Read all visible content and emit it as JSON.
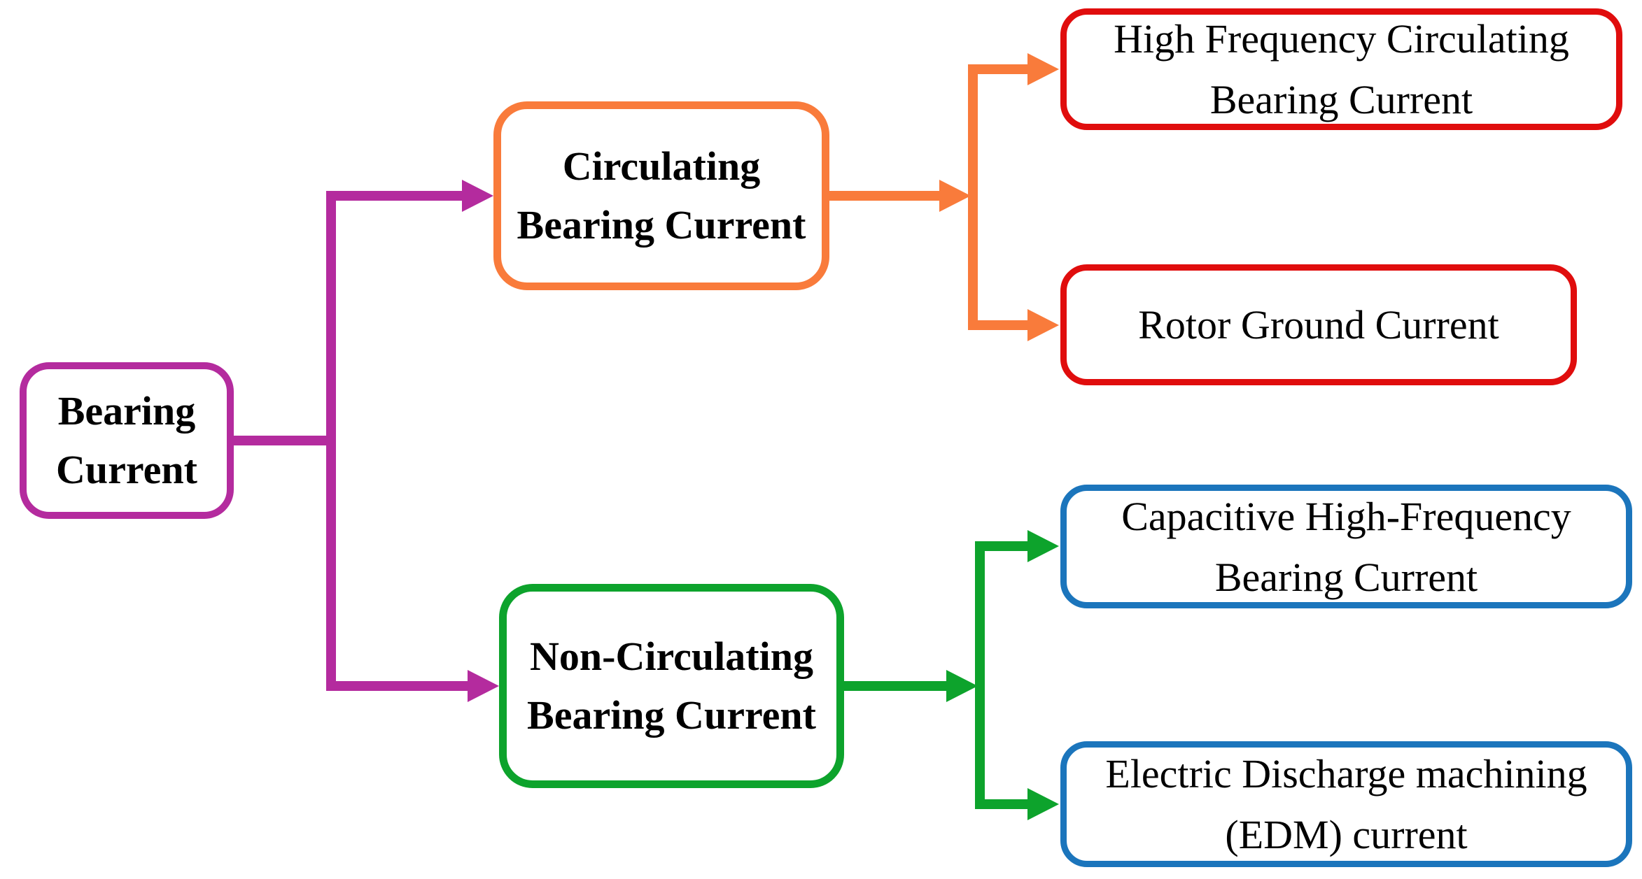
{
  "nodes": {
    "root": {
      "label": "Bearing\nCurrent"
    },
    "circulating": {
      "label": "Circulating\nBearing Current"
    },
    "non_circulating": {
      "label": "Non-Circulating\nBearing Current"
    },
    "hf_circulating": {
      "label": "High Frequency Circulating\nBearing Current"
    },
    "rotor_ground": {
      "label": "Rotor Ground Current"
    },
    "capacitive_hf": {
      "label": "Capacitive High-Frequency\nBearing Current"
    },
    "edm": {
      "label": "Electric Discharge machining\n(EDM) current"
    }
  },
  "colors": {
    "root_border": "#B42B9E",
    "root_connector": "#B42B9E",
    "circulating_border": "#F97B3B",
    "circulating_connector": "#F97B3B",
    "non_circulating_border": "#0DA32C",
    "non_circulating_connector": "#0DA32C",
    "hf_circulating_border": "#E00D0D",
    "rotor_ground_border": "#E00D0D",
    "capacitive_hf_border": "#1B75BC",
    "edm_border": "#1B75BC",
    "text": "#000000",
    "background": "#FFFFFF"
  }
}
